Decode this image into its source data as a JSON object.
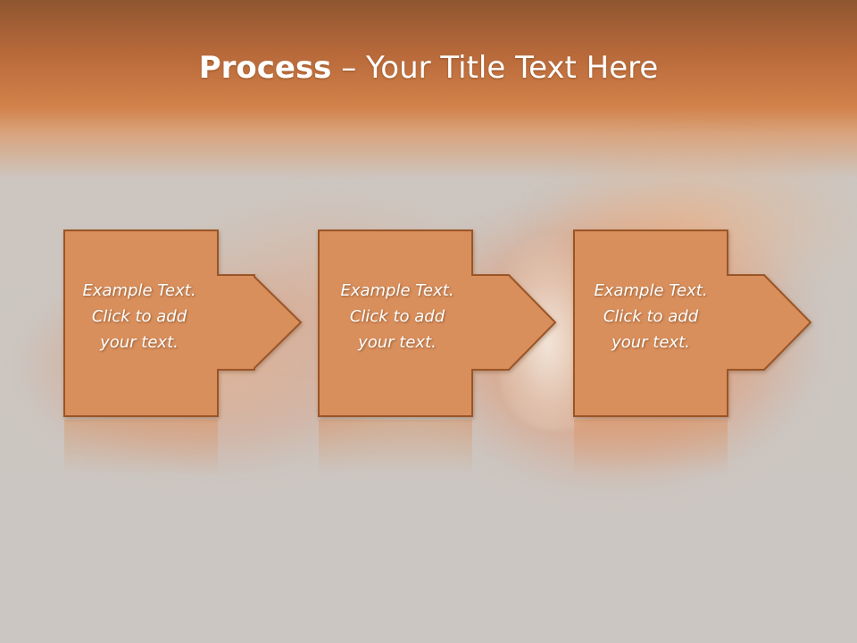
{
  "slide": {
    "title_bold": "Process",
    "title_rest": " – Your Title Text Here"
  },
  "steps": [
    {
      "line1": "Example Text.",
      "line2": "Click  to add",
      "line3": "your text."
    },
    {
      "line1": "Example Text.",
      "line2": "Click  to add",
      "line3": "your text."
    },
    {
      "line1": "Example Text.",
      "line2": "Click  to add",
      "line3": "your text."
    }
  ],
  "colors": {
    "header_top": "#8e5630",
    "header_band": "#d2824a",
    "background": "#cbc6c2",
    "box_fill": "#d98f5c",
    "box_stroke": "#9a5428",
    "text": "#ffffff"
  }
}
